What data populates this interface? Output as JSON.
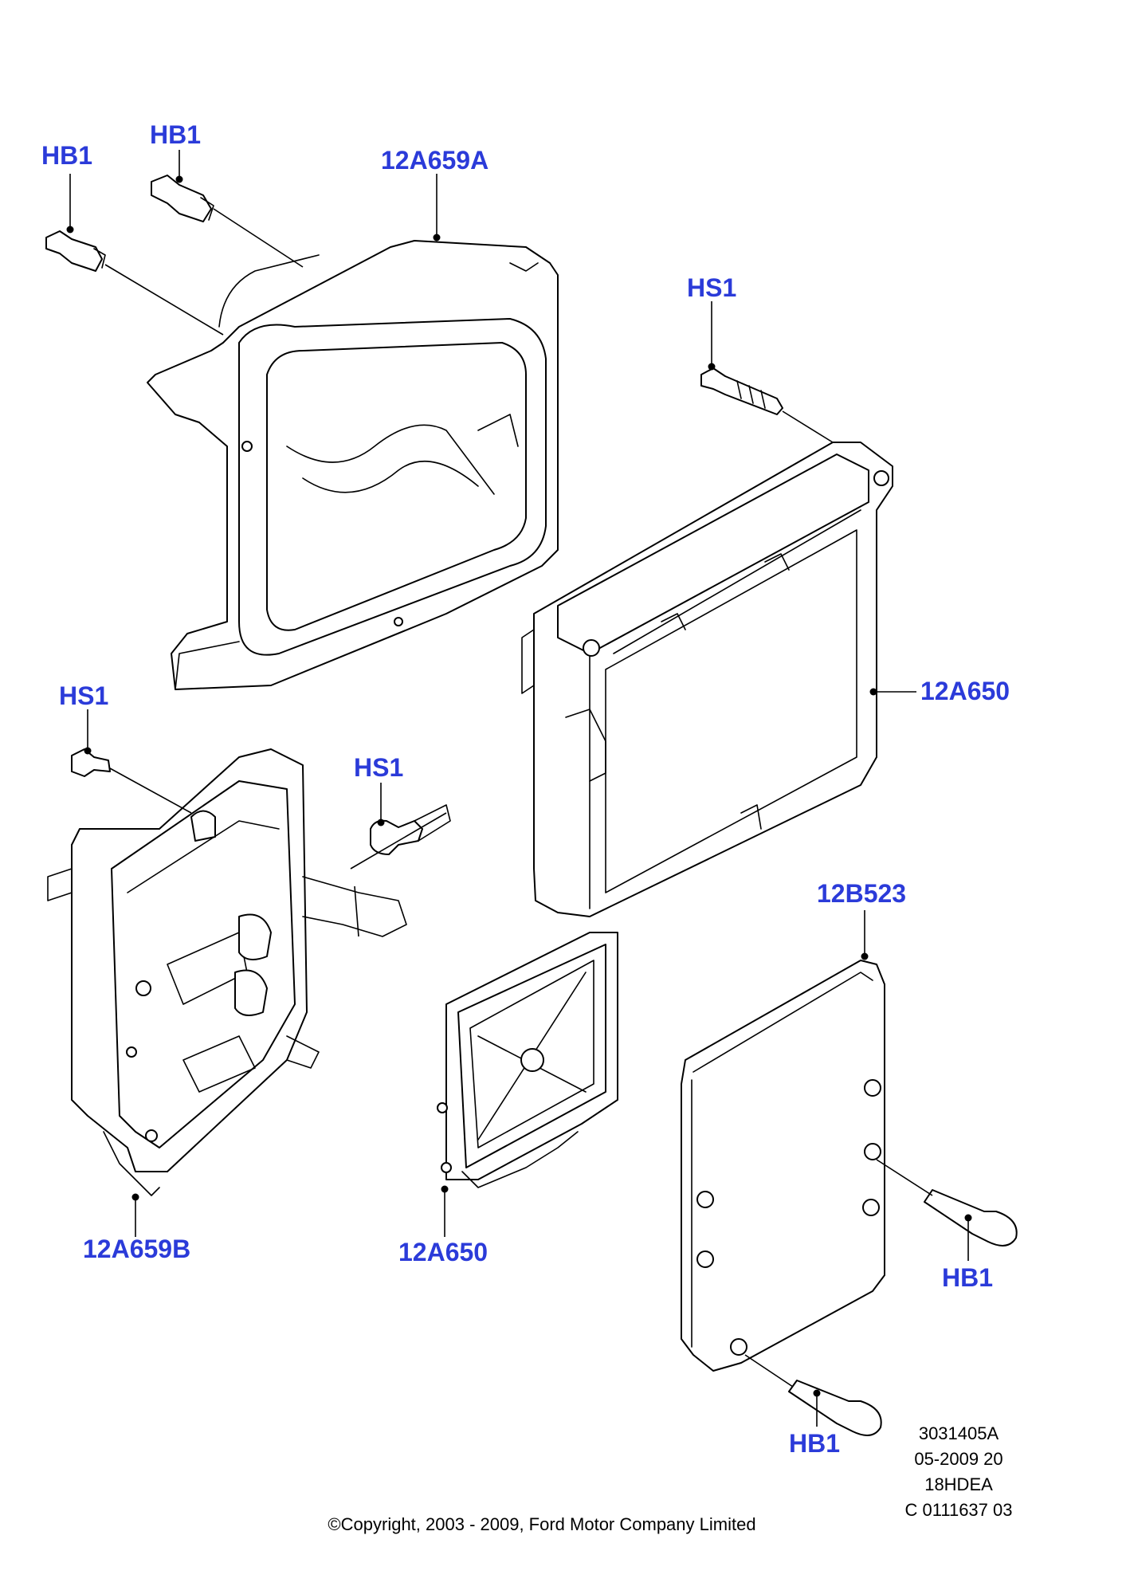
{
  "callouts": {
    "hb1_top_left": "HB1",
    "hb1_top": "HB1",
    "bracket_top": "12A659A",
    "hs1_right": "HS1",
    "ecu_large": "12A650",
    "hs1_left": "HS1",
    "hs1_middle": "HS1",
    "bracket_bottom": "12A659B",
    "ecu_small": "12A650",
    "cover": "12B523",
    "hb1_cover_right": "HB1",
    "hb1_cover_bottom": "HB1"
  },
  "meta": {
    "line1": "3031405A",
    "line2": "05-2009 20",
    "line3": "18HDEA",
    "line4": "C 0111637 03"
  },
  "copyright": "©Copyright, 2003 - 2009, Ford Motor Company Limited",
  "colors": {
    "callout": "#2b3bd9",
    "line": "#000000"
  }
}
